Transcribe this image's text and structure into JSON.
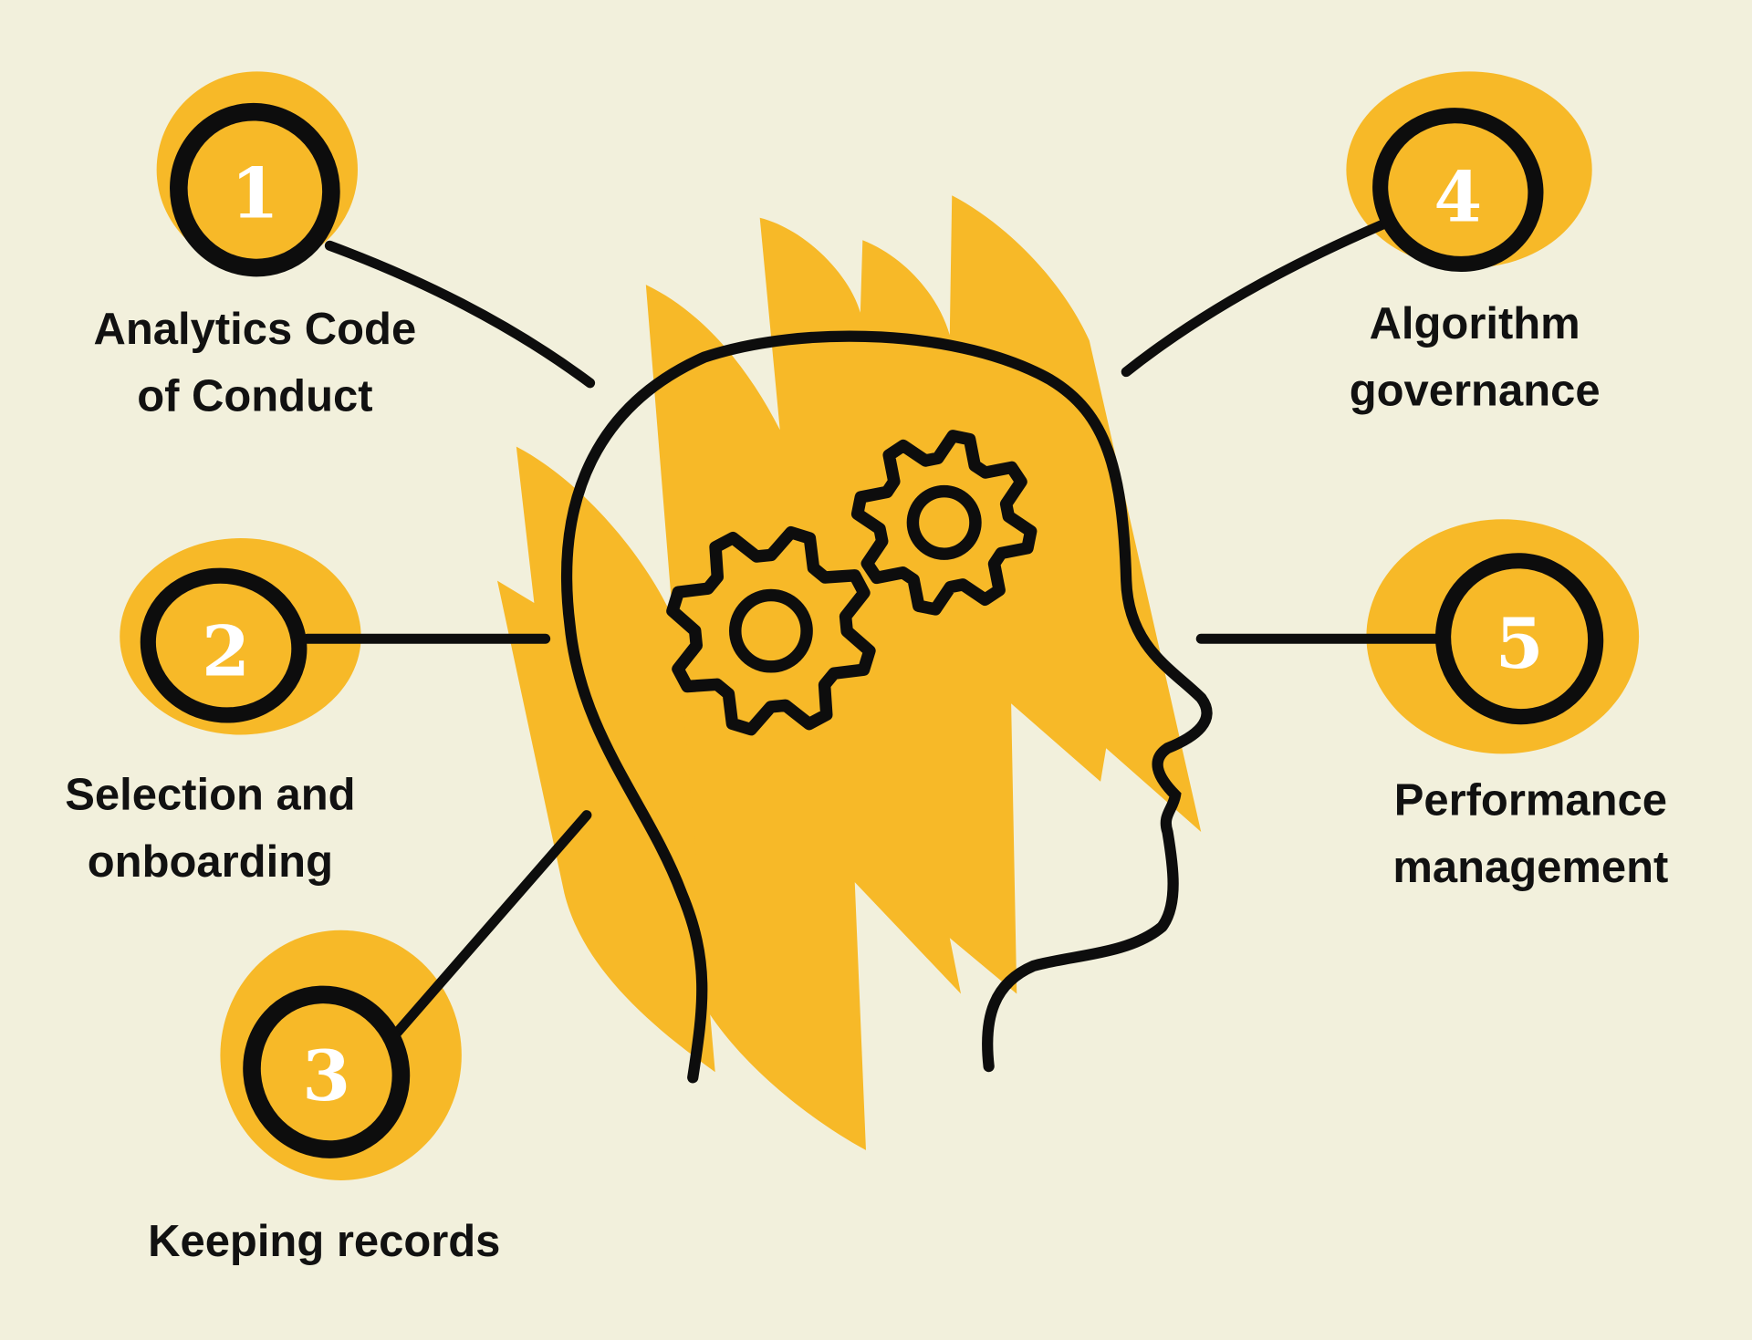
{
  "colors": {
    "background": "#f2f0dc",
    "accent": "#f7b928",
    "ink": "#0d0d0d"
  },
  "items": [
    {
      "number": "1",
      "lines": [
        "Analytics Code",
        "of Conduct"
      ]
    },
    {
      "number": "2",
      "lines": [
        "Selection and",
        "onboarding"
      ]
    },
    {
      "number": "3",
      "lines": [
        "Keeping records"
      ]
    },
    {
      "number": "4",
      "lines": [
        "Algorithm",
        "governance"
      ]
    },
    {
      "number": "5",
      "lines": [
        "Performance",
        "management"
      ]
    }
  ]
}
